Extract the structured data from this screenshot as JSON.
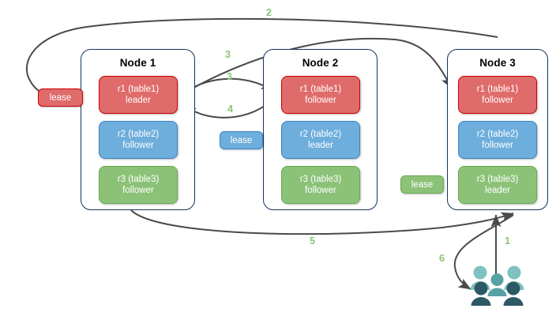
{
  "diagram": {
    "title": "Multi-Raft lease / request routing diagram",
    "colors": {
      "red_fill": "#e06b6b",
      "red_border": "#cc0000",
      "blue_fill": "#6daedc",
      "blue_border": "#3c85c6",
      "green_fill": "#8cc278",
      "green_border": "#6aaa50",
      "node_border": "#16355c",
      "edge": "#4a4a4a",
      "step_label": "#8cc278",
      "people_light": "#7fc1c0",
      "people_dark": "#2d5967"
    }
  },
  "nodes": [
    {
      "id": "node1",
      "title": "Node 1",
      "replicas": [
        {
          "name": "r1 (table1)",
          "role": "leader",
          "color": "red"
        },
        {
          "name": "r2 (table2)",
          "role": "follower",
          "color": "blue"
        },
        {
          "name": "r3 (table3)",
          "role": "follower",
          "color": "green"
        }
      ]
    },
    {
      "id": "node2",
      "title": "Node 2",
      "replicas": [
        {
          "name": "r1 (table1)",
          "role": "follower",
          "color": "red"
        },
        {
          "name": "r2 (table2)",
          "role": "leader",
          "color": "blue"
        },
        {
          "name": "r3 (table3)",
          "role": "follower",
          "color": "green"
        }
      ]
    },
    {
      "id": "node3",
      "title": "Node 3",
      "replicas": [
        {
          "name": "r1 (table1)",
          "role": "follower",
          "color": "red"
        },
        {
          "name": "r2 (table2)",
          "role": "follower",
          "color": "blue"
        },
        {
          "name": "r3 (table3)",
          "role": "leader",
          "color": "green"
        }
      ]
    }
  ],
  "leases": [
    {
      "id": "lease-r1",
      "label": "lease",
      "color": "red"
    },
    {
      "id": "lease-r2",
      "label": "lease",
      "color": "blue"
    },
    {
      "id": "lease-r3",
      "label": "lease",
      "color": "green"
    }
  ],
  "steps": [
    {
      "id": "step-1",
      "label": "1"
    },
    {
      "id": "step-2",
      "label": "2"
    },
    {
      "id": "step-3a",
      "label": "3"
    },
    {
      "id": "step-3b",
      "label": "3"
    },
    {
      "id": "step-4",
      "label": "4"
    },
    {
      "id": "step-5",
      "label": "5"
    },
    {
      "id": "step-6",
      "label": "6"
    }
  ],
  "actor": {
    "id": "clients",
    "icon": "users-icon"
  }
}
